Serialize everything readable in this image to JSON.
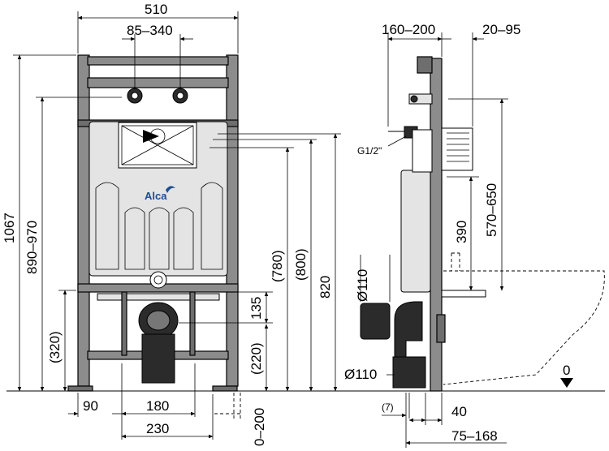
{
  "front_view": {
    "width_total": "510",
    "inlet_spacing": "85–340",
    "height_total": "1067",
    "anchor_height": "890–970",
    "waste_height": "(320)",
    "flush_box_top": "(780)",
    "flush_box_mid": "(800)",
    "frame_top": "820",
    "bolt_height": "135",
    "drain_height": "(220)",
    "foot_offset": "90",
    "bolt_spacing": "180",
    "foot_spacing": "230",
    "floor_adjust": "0–200",
    "brand": "Alca"
  },
  "side_view": {
    "depth_range": "160–200",
    "wall_gap": "20–95",
    "water_inlet": "G1/2\"",
    "button_height": "390",
    "connection_height": "570–650",
    "pipe_diameter_top": "Ø110",
    "pipe_diameter_bottom": "Ø110",
    "floor_level": "0",
    "offset_small": "(7)",
    "offset_40": "40",
    "offset_range": "75–168"
  },
  "colors": {
    "frame": "#8c8c8c",
    "brand": "#1d4d8f"
  }
}
